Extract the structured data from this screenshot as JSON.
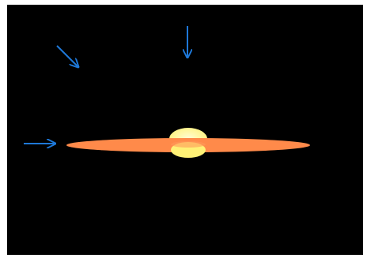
{
  "scene": {
    "background_color": "#000000",
    "frame_color": "#ffffff",
    "disk_color": "#ff8a4a",
    "bulge_color": "#fff176",
    "bulge_highlight_color": "#fffbd0",
    "arrow_color": "#1e78d8",
    "arrows": [
      {
        "name": "arrow-diagonal",
        "direction": "down-right"
      },
      {
        "name": "arrow-vertical",
        "direction": "down"
      },
      {
        "name": "arrow-horizontal",
        "direction": "right"
      }
    ]
  }
}
